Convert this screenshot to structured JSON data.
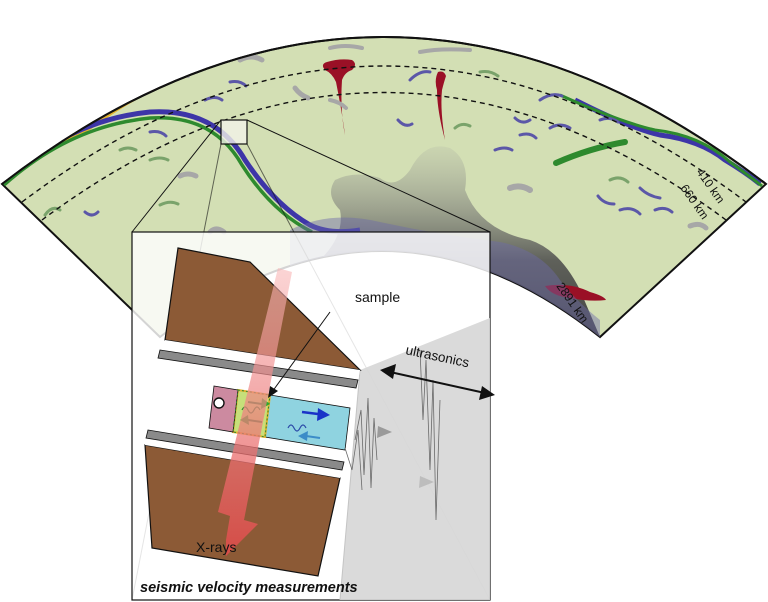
{
  "labels": {
    "depth_410": "410 km",
    "depth_660": "660 km",
    "depth_2891": "2891 km",
    "sample": "sample",
    "ultrasonics": "ultrasonics",
    "xrays": "X-rays",
    "caption": "seismic velocity measurements"
  },
  "colors": {
    "mantle": "#d3dfb4",
    "crust": "#e3b22e",
    "slab_outer": "#3d35a8",
    "slab_inner": "#2e8a2e",
    "plume": "#9a1026",
    "upwelling": "#4a4a4a",
    "squiggle_blue": "#5b57a8",
    "squiggle_green": "#7aa36b",
    "squiggle_gray": "#a7a7a7",
    "anvil": "#8c5a36",
    "sample_blue": "#8fd3e0",
    "xray_beam": "#f08080"
  }
}
